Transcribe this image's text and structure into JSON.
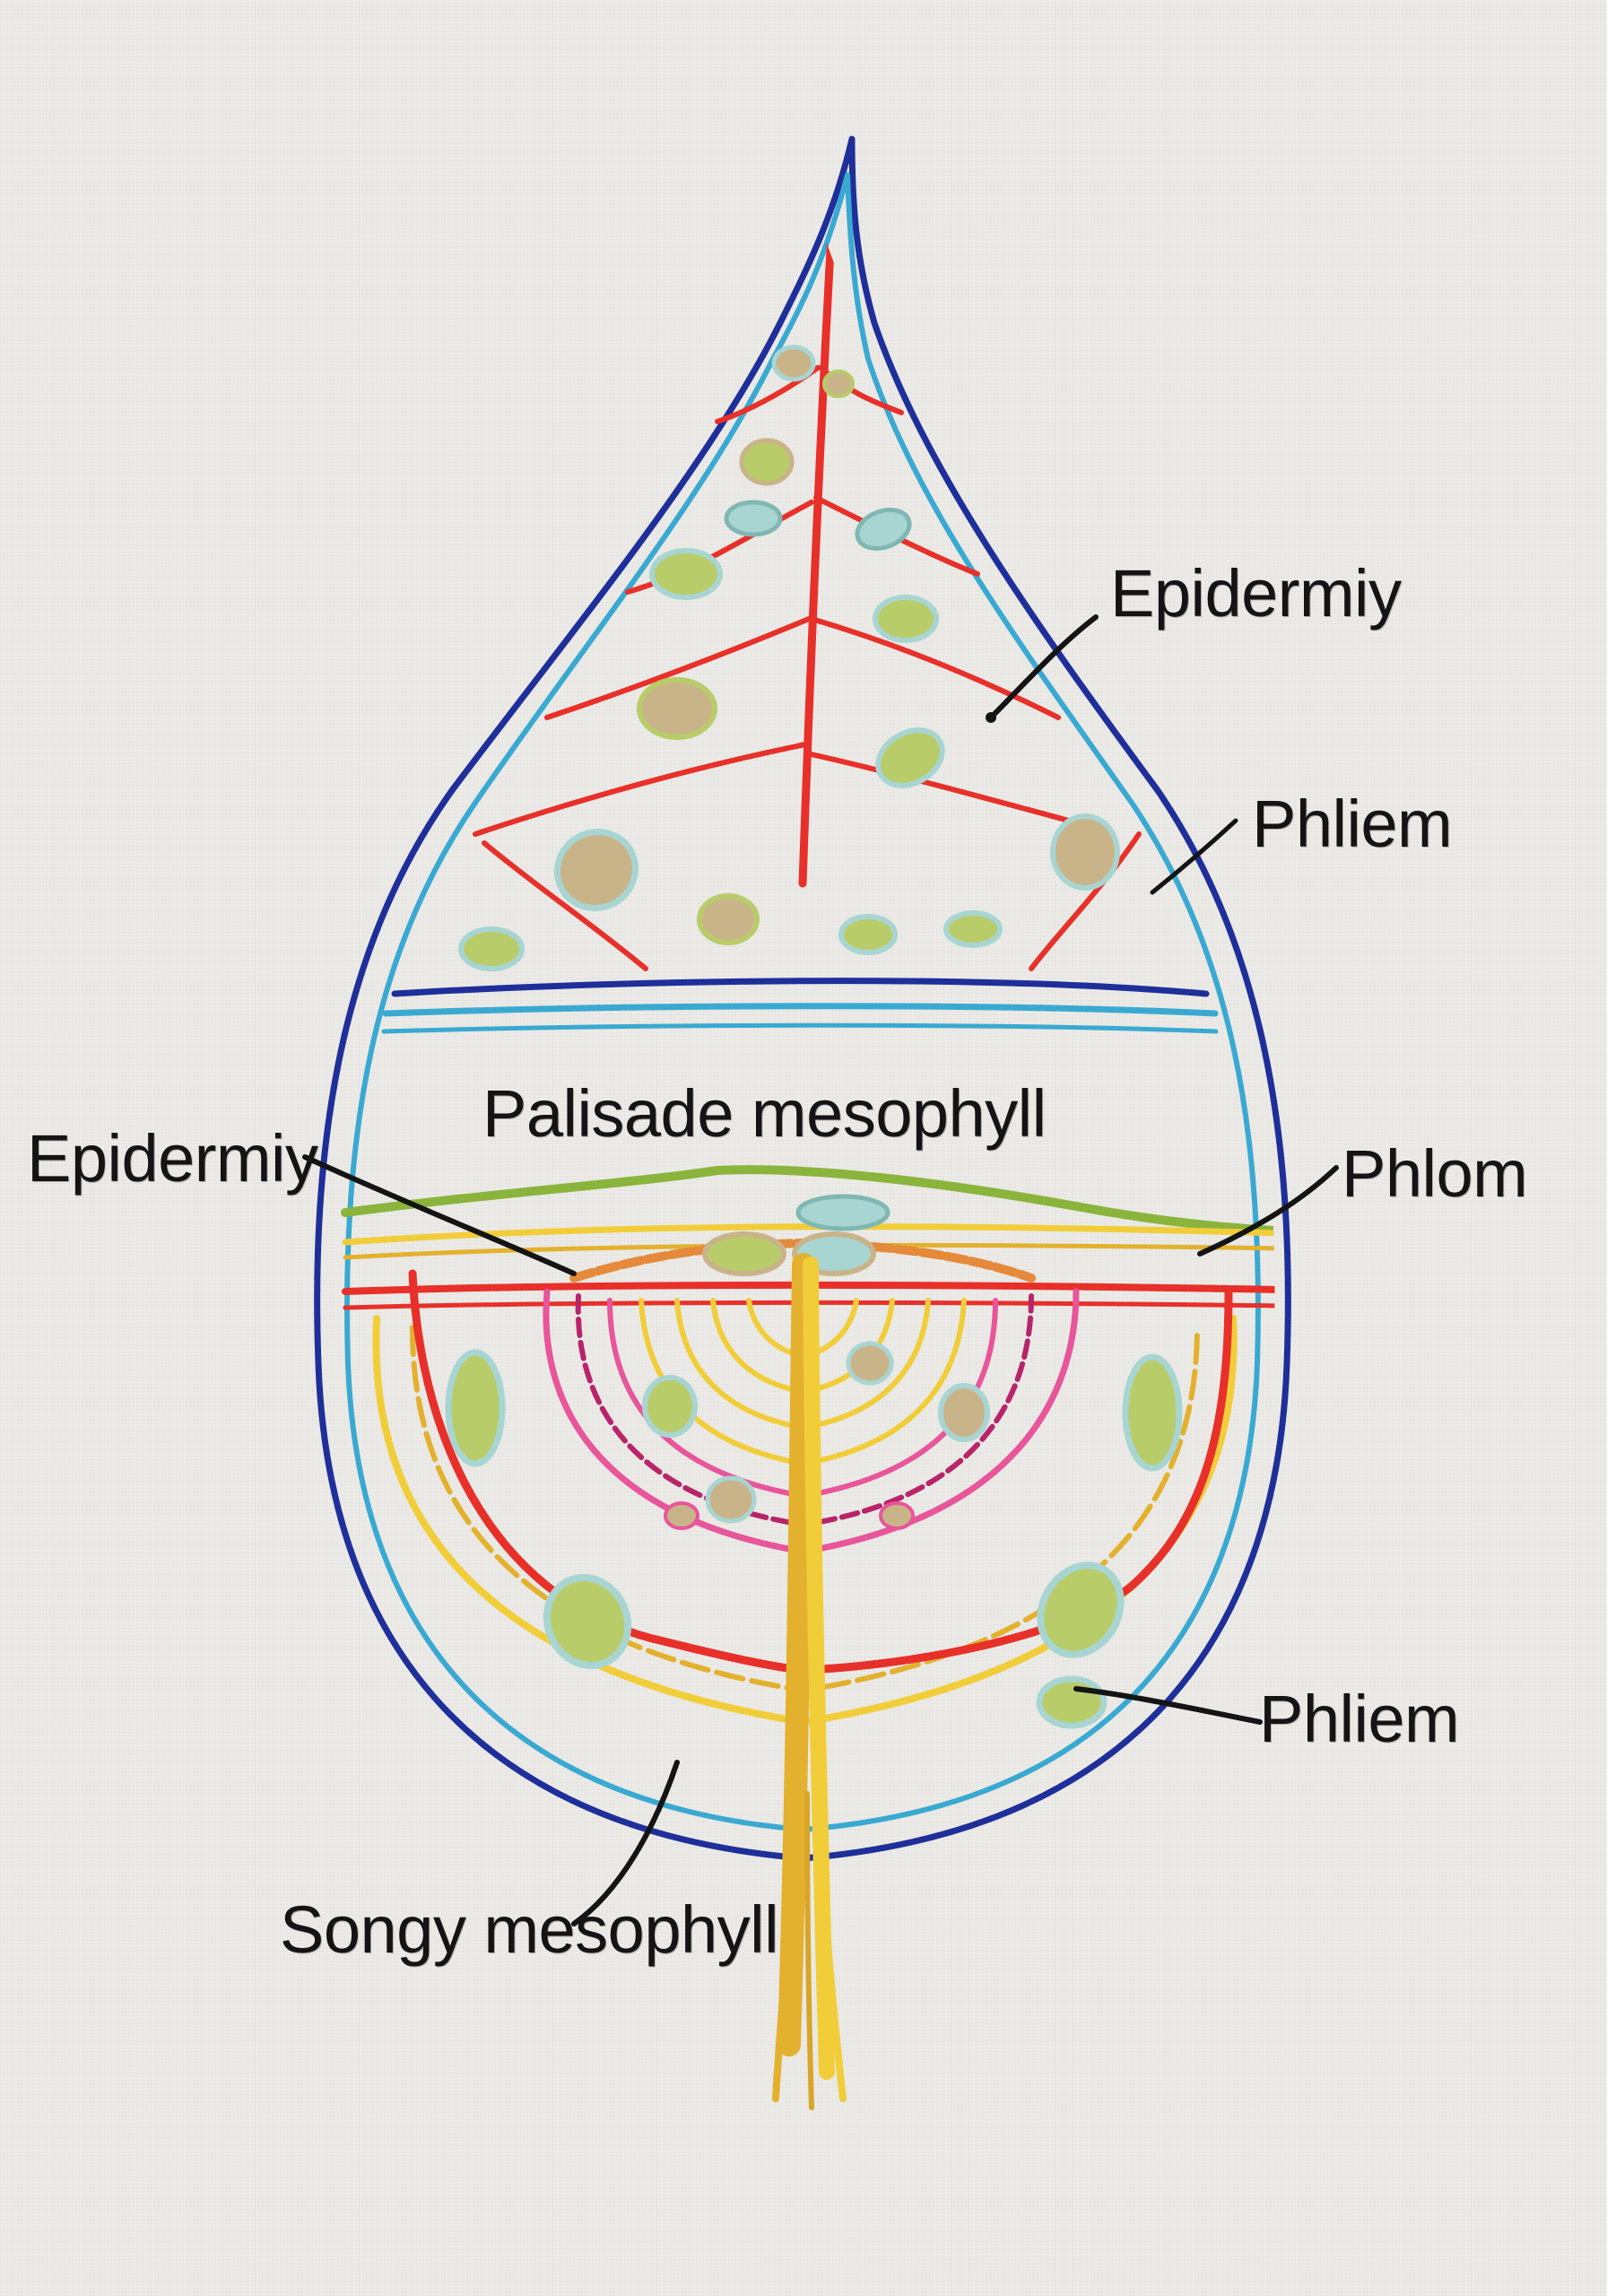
{
  "labels": {
    "epidermis_top": "Epidermiy",
    "phloem_top": "Phliem",
    "palisade": "Palisade mesophyll",
    "epidermis_left": "Epidermiy",
    "phloem_right": "Phlom",
    "phloem_bottom": "Phliem",
    "spongy": "Songy mesophyll"
  },
  "colors": {
    "outline_navy": "#1f2f9a",
    "outline_cyan": "#3aa9d2",
    "vein_red": "#e8302a",
    "midrib_gold": "#e3b12e",
    "yellow_thread": "#f1cd3a",
    "pink_thread": "#e8559a",
    "magenta_thread": "#b8246a",
    "green_thread": "#8ab43c",
    "cell_aqua": "#a8d5d2",
    "cell_green": "#b9cc6a",
    "cell_tan": "#c9b48a",
    "ink": "#141414"
  }
}
